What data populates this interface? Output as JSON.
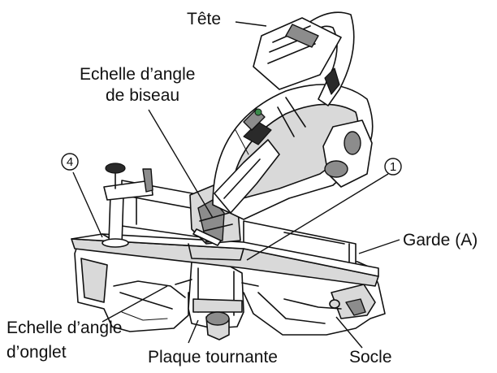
{
  "diagram": {
    "labels": {
      "tete": "Tête",
      "echelle_biseau_line1": "Echelle d’angle",
      "echelle_biseau_line2": "de biseau",
      "callout_4": "4",
      "callout_1": "1",
      "garde": "Garde (A)",
      "echelle_onglet_line1": "Echelle d’angle",
      "echelle_onglet_line2": "d’onglet",
      "plaque": "Plaque tournante",
      "socle": "Socle"
    },
    "colors": {
      "ink": "#111111",
      "background": "#ffffff",
      "shade_light": "#d9d9d9",
      "shade_mid": "#8c8c8c",
      "accent_green": "#3a8a4a"
    }
  }
}
